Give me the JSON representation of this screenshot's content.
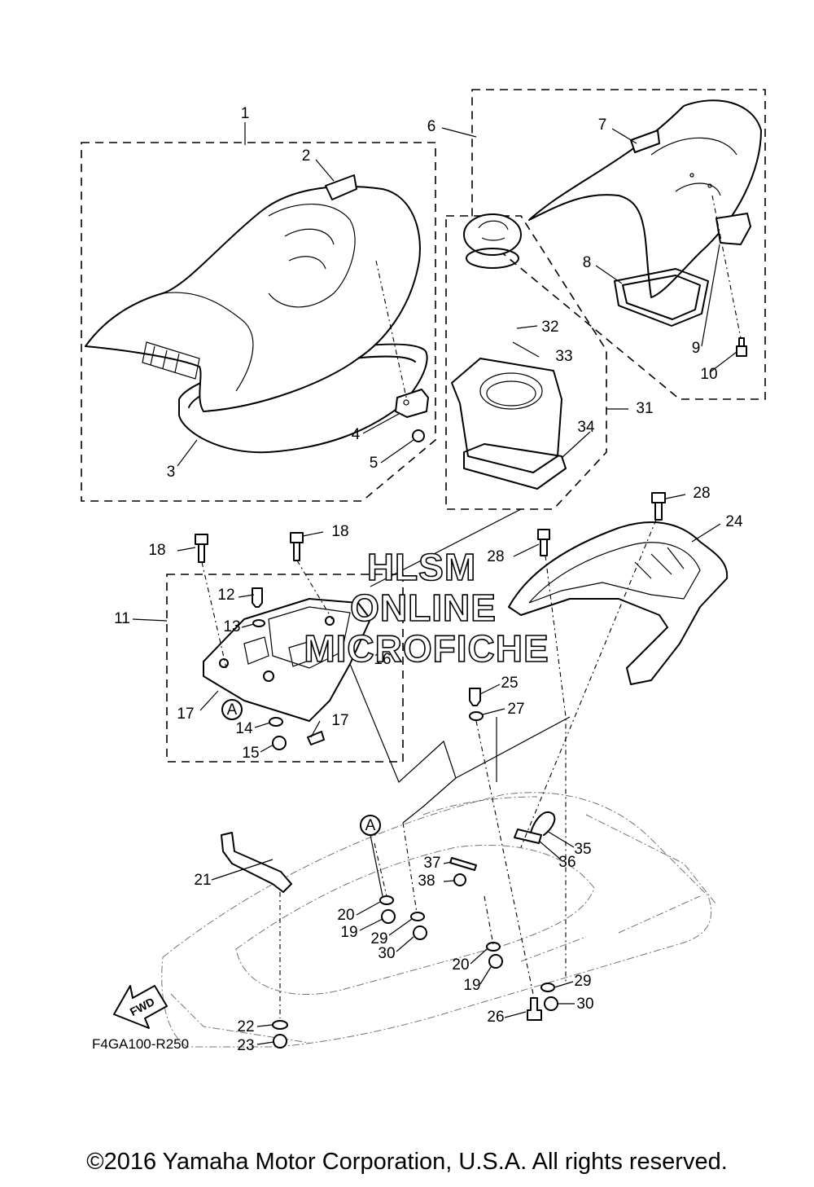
{
  "diagram": {
    "figure_code": "F4GA100-R250",
    "fwd_label": "FWD",
    "reference_marker": "A",
    "callouts": {
      "c1": "1",
      "c2": "2",
      "c3": "3",
      "c4": "4",
      "c5": "5",
      "c6": "6",
      "c7": "7",
      "c8": "8",
      "c9": "9",
      "c10": "10",
      "c11": "11",
      "c12": "12",
      "c13": "13",
      "c14": "14",
      "c15": "15",
      "c16": "16",
      "c17a": "17",
      "c17b": "17",
      "c18a": "18",
      "c18b": "18",
      "c19a": "19",
      "c19b": "19",
      "c20a": "20",
      "c20b": "20",
      "c21": "21",
      "c22": "22",
      "c23": "23",
      "c24": "24",
      "c25": "25",
      "c26": "26",
      "c27": "27",
      "c28a": "28",
      "c28b": "28",
      "c29a": "29",
      "c29b": "29",
      "c30a": "30",
      "c30b": "30",
      "c31": "31",
      "c32": "32",
      "c33": "33",
      "c34": "34",
      "c35": "35",
      "c36": "36",
      "c37": "37",
      "c38": "38"
    }
  },
  "watermark": {
    "line1": "HLSM",
    "line2": "ONLINE",
    "line3": "MICROFICHE"
  },
  "footer": {
    "copyright": "©2016 Yamaha Motor Corporation, U.S.A. All rights reserved."
  }
}
